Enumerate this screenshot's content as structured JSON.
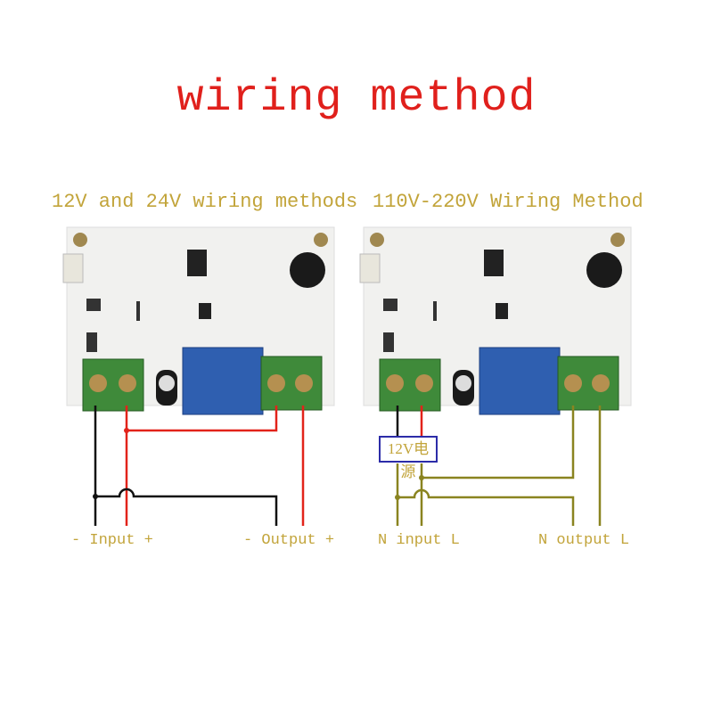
{
  "title": "wiring method",
  "left_panel": {
    "heading": "12V and 24V wiring methods",
    "input_label": "- Input +",
    "output_label": "- Output +"
  },
  "right_panel": {
    "heading": "110V-220V Wiring Method",
    "power_box": "12V电源",
    "input_label": "N input L",
    "output_label": "N output L"
  },
  "colors": {
    "title": "#e0201c",
    "text": "#c2a43a",
    "negative_wire": "#111111",
    "positive_wire": "#e2231a",
    "ac_wire": "#8a8420",
    "power_box_border": "#2c2ca8",
    "terminal": "#3f8a3a",
    "relay": "#2f5fb0"
  }
}
